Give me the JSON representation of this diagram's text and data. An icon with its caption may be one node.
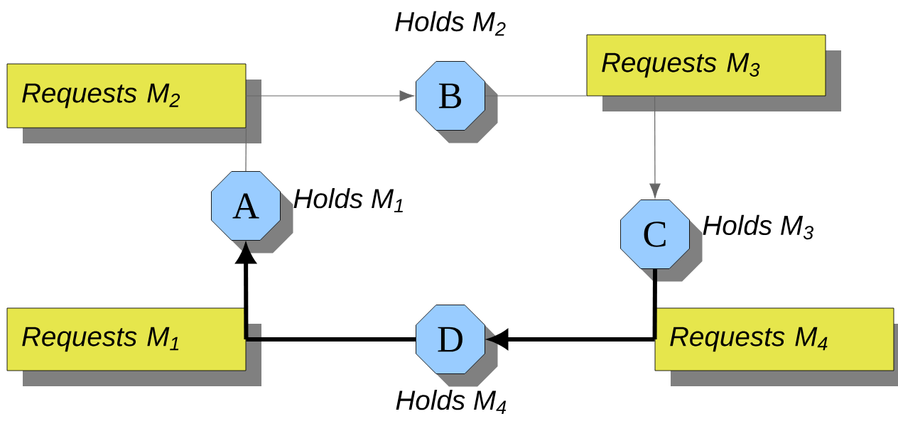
{
  "diagram": {
    "nodes": [
      {
        "text": [
          "Requests M$_{2}$"
        ]
      },
      {
        "text": [
          "B"
        ],
        "beside": [
          "Holds M$_{2}$"
        ]
      },
      {
        "text": [
          "Requests M$_{3}$"
        ]
      },
      {
        "text": [
          "A"
        ],
        "beside": [
          "Holds M$_{1}$"
        ]
      },
      {
        "text": [
          "C"
        ],
        "beside": [
          "Holds M$_{3}$"
        ]
      },
      {
        "text": [
          "Requests M$_{1}$"
        ]
      },
      {
        "text": [
          "D"
        ],
        "beside": [
          "Holds M$_{4}$"
        ]
      },
      {
        "text": [
          "Requests M$_{4}$"
        ]
      }
    ],
    "edges": [
      {
        "from": 3,
        "to": 0,
        "arrow": "none"
      },
      {
        "from": 0,
        "to": 1,
        "arrow": "to"
      },
      {
        "from": 1,
        "to": 2,
        "arrow": "none"
      },
      {
        "from": 2,
        "to": 4,
        "arrow": "to"
      },
      {
        "from": 4,
        "to": 7,
        "arrow": "none",
        "style": "thick",
        "color": "#000000"
      },
      {
        "from": 7,
        "to": 6,
        "arrow": "to",
        "style": "thick",
        "color": "#000000"
      },
      {
        "from": 6,
        "to": 5,
        "arrow": "none",
        "style": "thick",
        "color": "#000000"
      },
      {
        "from": 5,
        "to": 3,
        "arrow": "to",
        "style": "thick",
        "color": "#000000"
      }
    ]
  }
}
